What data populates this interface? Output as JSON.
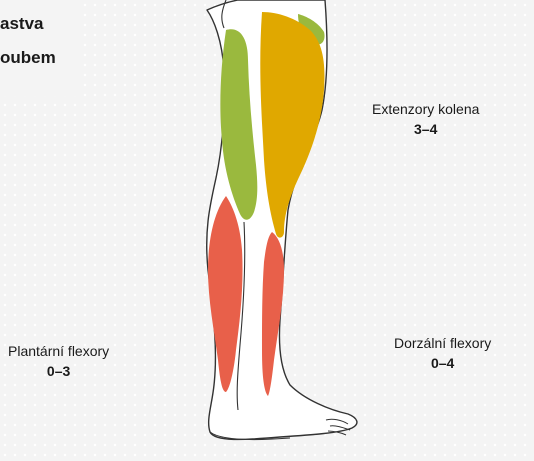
{
  "title": {
    "line1": "astva",
    "line2": "oubem"
  },
  "muscle_groups": [
    {
      "name": "Extenzory kolena",
      "score": "3–4",
      "color": "#e0a800"
    },
    {
      "name": "Plantární flexory",
      "score": "0–3",
      "color": "#e8604a"
    },
    {
      "name": "Dorzální flexory",
      "score": "0–4",
      "color": "#e8604a"
    }
  ],
  "colors": {
    "green_muscle": "#9ab93e",
    "yellow_muscle": "#e0a800",
    "red_muscle": "#e8604a",
    "outline": "#333333",
    "background": "#f4f4f4"
  }
}
